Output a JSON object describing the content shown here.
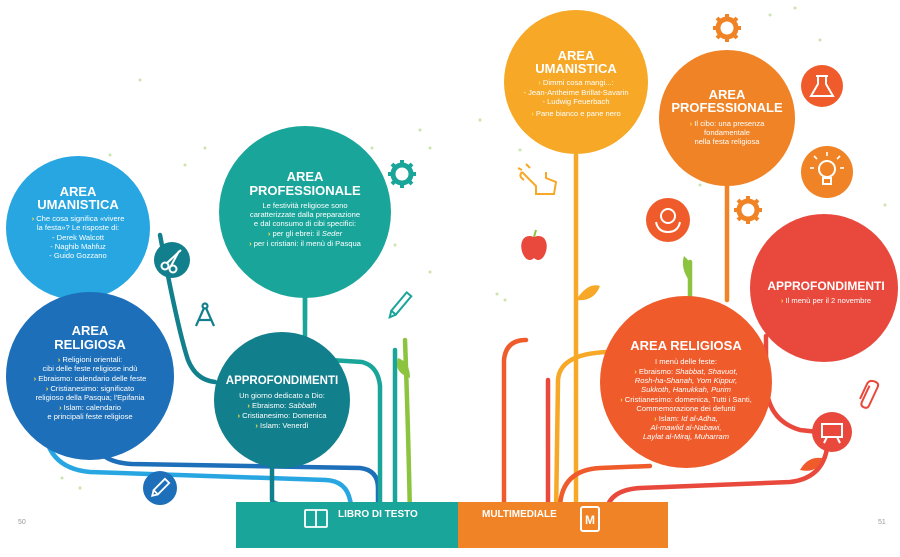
{
  "page_numbers": {
    "left": "50",
    "right": "51"
  },
  "colors": {
    "cyan": "#27a6e1",
    "blue": "#1c6fb8",
    "teal": "#1aa59a",
    "dark_teal": "#127f8c",
    "green": "#8cc43f",
    "yellow": "#f6a826",
    "orange": "#f08325",
    "red_orange": "#ef5b2a",
    "red": "#e8493c",
    "accent_text": "#ffe14a"
  },
  "bottom_bar": {
    "left_label": "LIBRO DI TESTO",
    "right_label": "MULTIMEDIALE",
    "left_icon": "open-book-icon",
    "right_icon": "tablet-m-icon"
  },
  "left": {
    "umanistica": {
      "title1": "AREA",
      "title2": "UMANISTICA",
      "l1": "Che cosa significa «vivere",
      "l2": "la festa»? Le risposte di:",
      "l3": "- Derek Walcott",
      "l4": "- Naghib Mahfuz",
      "l5": "- Guido Gozzano"
    },
    "professionale": {
      "title1": "AREA",
      "title2": "PROFESSIONALE",
      "l1": "Le festività religiose sono",
      "l2": "caratterizzate dalla preparazione",
      "l3": "e dal consumo di cibi specifici:",
      "l4a": "per gli ebrei: il ",
      "l4b": "Seder",
      "l5": "per i cristiani: il menù di Pasqua"
    },
    "religiosa": {
      "title1": "AREA",
      "title2": "RELIGIOSA",
      "l1": "Religioni orientali:",
      "l2": "cibi delle feste religiose indù",
      "l3": "Ebraismo: calendario delle feste",
      "l4": "Cristianesimo: significato",
      "l5": "religioso della Pasqua; l'Epifania",
      "l6": "Islam: calendario",
      "l7": "e principali feste religiose"
    },
    "approfondimenti": {
      "title": "APPROFONDIMENTI",
      "l1": "Un giorno dedicato a Dio:",
      "l2a": "Ebraismo: ",
      "l2b": "Sabbath",
      "l3": "Cristianesimo: Domenica",
      "l4": "Islam: Venerdì"
    }
  },
  "right": {
    "umanistica": {
      "title1": "AREA",
      "title2": "UMANISTICA",
      "l1": "Dimmi cosa mangi...:",
      "l2": "- Jean-Antheime Brillat-Savarin",
      "l3": "- Ludwig Feuerbach",
      "l4": "Pane bianco e pane nero"
    },
    "professionale": {
      "title1": "AREA",
      "title2": "PROFESSIONALE",
      "l1": "Il cibo: una presenza",
      "l2": "fondamentale",
      "l3": "nella festa religiosa"
    },
    "approfondimenti": {
      "title": "APPROFONDIMENTI",
      "l1": "Il menù per il 2 novembre"
    },
    "religiosa": {
      "title": "AREA RELIGIOSA",
      "l1": "I menù delle feste:",
      "l2a": "Ebraismo: ",
      "l2b": "Shabbat, Shavuot,",
      "l3": "Rosh-ha-Shanah, Yom Kippur,",
      "l4": "Sukkoth, Hanukkah, Purim",
      "l5": "Cristianesimo: domenica, Tutti i Santi,",
      "l6": "Commemorazione dei defunti",
      "l7a": "Islam: ",
      "l7b": "Id al-Adha,",
      "l8": "Al-mawlid al-Nabawi,",
      "l9": "Laylat al-Miraj, Muharram"
    }
  },
  "icons": [
    "gear-icon",
    "scissors-icon",
    "compass-icon",
    "pencil-icon",
    "leaf-icon",
    "apple-icon",
    "pointing-hand-icon",
    "flask-icon",
    "lightbulb-icon",
    "globe-in-hands-icon",
    "paperclip-icon",
    "presentation-board-icon"
  ]
}
